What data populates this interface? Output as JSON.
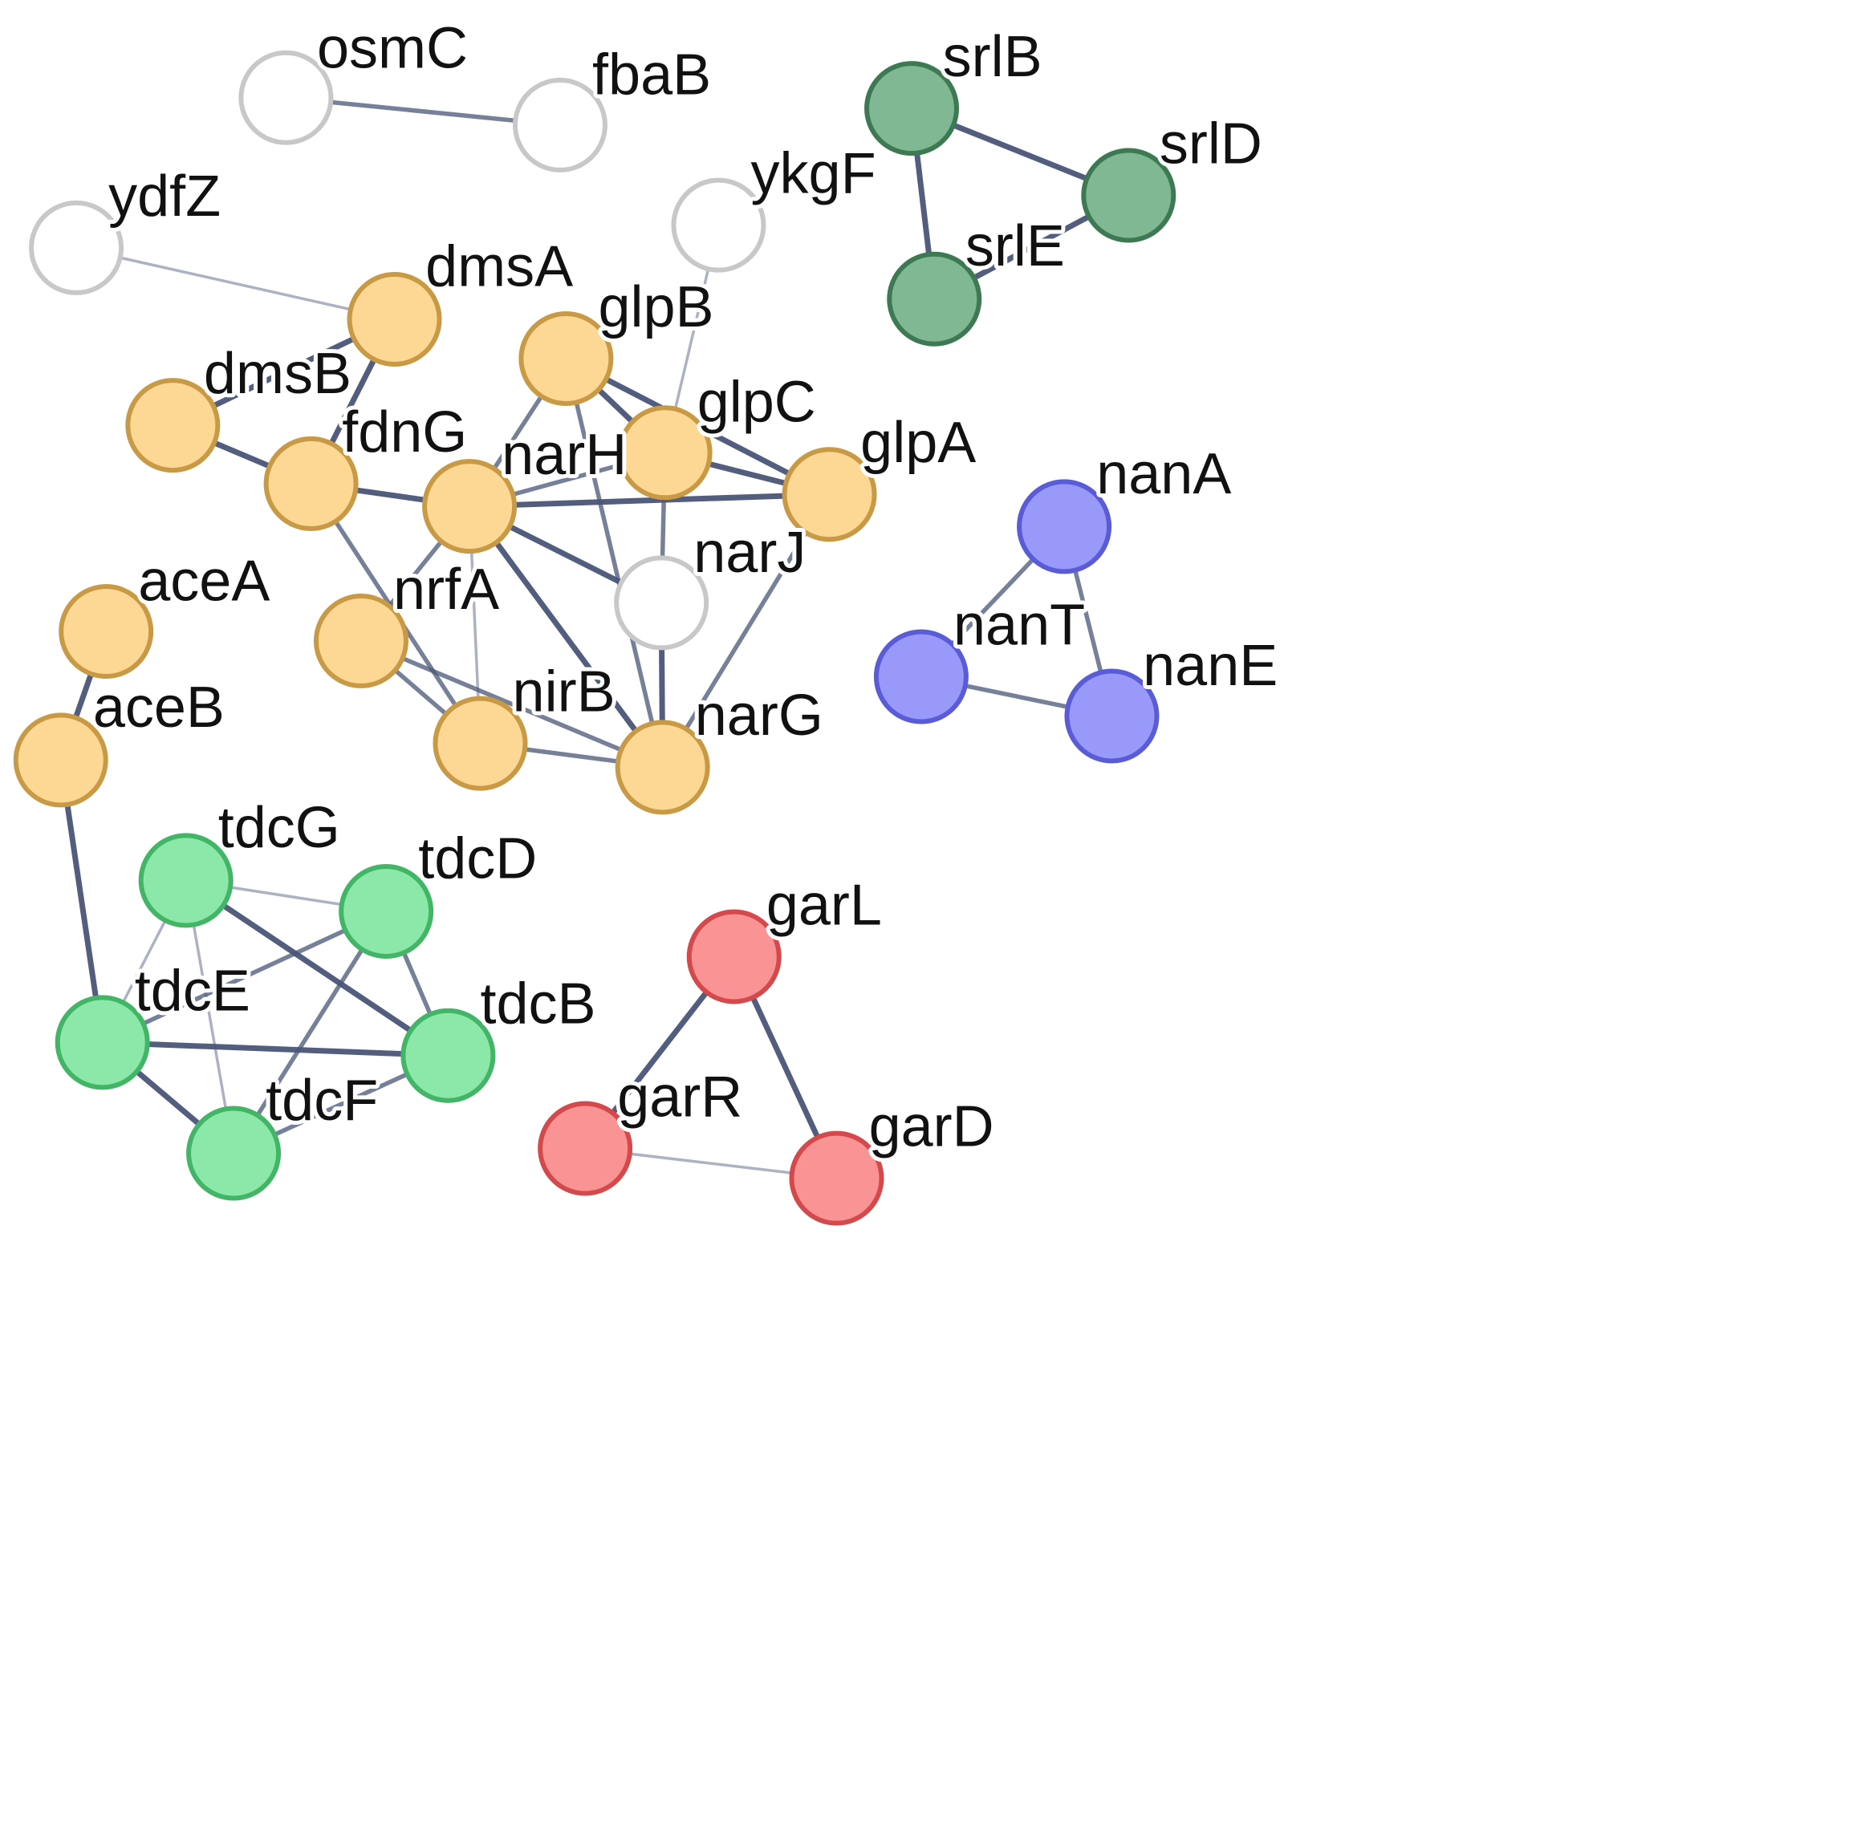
{
  "diagram": {
    "type": "protein-interaction-network",
    "clusters": {
      "orange": {
        "fill": "#fdd794",
        "stroke": "#c99a45"
      },
      "darkgreen": {
        "fill": "#7fb893",
        "stroke": "#3d7a54"
      },
      "blue": {
        "fill": "#9899f9",
        "stroke": "#5a5bd6"
      },
      "green": {
        "fill": "#8ce8a8",
        "stroke": "#43b566"
      },
      "red": {
        "fill": "#f99394",
        "stroke": "#d4494c"
      },
      "white": {
        "fill": "#ffffff",
        "stroke": "#c8c8c8"
      }
    },
    "edge_color": "#4a5577",
    "nodes": [
      {
        "id": "osmC",
        "label": "osmC",
        "cluster": "white"
      },
      {
        "id": "fbaB",
        "label": "fbaB",
        "cluster": "white"
      },
      {
        "id": "ydfZ",
        "label": "ydfZ",
        "cluster": "white"
      },
      {
        "id": "ykgF",
        "label": "ykgF",
        "cluster": "white"
      },
      {
        "id": "narJ",
        "label": "narJ",
        "cluster": "white"
      },
      {
        "id": "srlB",
        "label": "srlB",
        "cluster": "darkgreen"
      },
      {
        "id": "srlD",
        "label": "srlD",
        "cluster": "darkgreen"
      },
      {
        "id": "srlE",
        "label": "srlE",
        "cluster": "darkgreen"
      },
      {
        "id": "dmsA",
        "label": "dmsA",
        "cluster": "orange"
      },
      {
        "id": "dmsB",
        "label": "dmsB",
        "cluster": "orange"
      },
      {
        "id": "fdnG",
        "label": "fdnG",
        "cluster": "orange"
      },
      {
        "id": "glpB",
        "label": "glpB",
        "cluster": "orange"
      },
      {
        "id": "glpC",
        "label": "glpC",
        "cluster": "orange"
      },
      {
        "id": "glpA",
        "label": "glpA",
        "cluster": "orange"
      },
      {
        "id": "narH",
        "label": "narH",
        "cluster": "orange"
      },
      {
        "id": "nrfA",
        "label": "nrfA",
        "cluster": "orange"
      },
      {
        "id": "nirB",
        "label": "nirB",
        "cluster": "orange"
      },
      {
        "id": "narG",
        "label": "narG",
        "cluster": "orange"
      },
      {
        "id": "aceA",
        "label": "aceA",
        "cluster": "orange"
      },
      {
        "id": "aceB",
        "label": "aceB",
        "cluster": "orange"
      },
      {
        "id": "nanA",
        "label": "nanA",
        "cluster": "blue"
      },
      {
        "id": "nanT",
        "label": "nanT",
        "cluster": "blue"
      },
      {
        "id": "nanE",
        "label": "nanE",
        "cluster": "blue"
      },
      {
        "id": "tdcG",
        "label": "tdcG",
        "cluster": "green"
      },
      {
        "id": "tdcD",
        "label": "tdcD",
        "cluster": "green"
      },
      {
        "id": "tdcE",
        "label": "tdcE",
        "cluster": "green"
      },
      {
        "id": "tdcB",
        "label": "tdcB",
        "cluster": "green"
      },
      {
        "id": "tdcF",
        "label": "tdcF",
        "cluster": "green"
      },
      {
        "id": "garL",
        "label": "garL",
        "cluster": "red"
      },
      {
        "id": "garR",
        "label": "garR",
        "cluster": "red"
      },
      {
        "id": "garD",
        "label": "garD",
        "cluster": "red"
      }
    ],
    "edges": [
      {
        "source": "osmC",
        "target": "fbaB",
        "strength": "medium"
      },
      {
        "source": "ydfZ",
        "target": "dmsA",
        "strength": "weak"
      },
      {
        "source": "ykgF",
        "target": "glpC",
        "strength": "weak"
      },
      {
        "source": "srlB",
        "target": "srlD",
        "strength": "strong"
      },
      {
        "source": "srlB",
        "target": "srlE",
        "strength": "strong"
      },
      {
        "source": "srlD",
        "target": "srlE",
        "strength": "strong"
      },
      {
        "source": "dmsA",
        "target": "dmsB",
        "strength": "strong"
      },
      {
        "source": "dmsA",
        "target": "fdnG",
        "strength": "strong"
      },
      {
        "source": "dmsB",
        "target": "fdnG",
        "strength": "strong"
      },
      {
        "source": "fdnG",
        "target": "narH",
        "strength": "strong"
      },
      {
        "source": "fdnG",
        "target": "nirB",
        "strength": "medium"
      },
      {
        "source": "glpB",
        "target": "glpC",
        "strength": "strong"
      },
      {
        "source": "glpB",
        "target": "glpA",
        "strength": "strong"
      },
      {
        "source": "glpB",
        "target": "narH",
        "strength": "medium"
      },
      {
        "source": "glpB",
        "target": "narG",
        "strength": "medium"
      },
      {
        "source": "glpC",
        "target": "glpA",
        "strength": "strong"
      },
      {
        "source": "glpC",
        "target": "narH",
        "strength": "medium"
      },
      {
        "source": "glpC",
        "target": "narJ",
        "strength": "medium"
      },
      {
        "source": "narH",
        "target": "glpA",
        "strength": "strong"
      },
      {
        "source": "narH",
        "target": "narJ",
        "strength": "strong"
      },
      {
        "source": "narH",
        "target": "narG",
        "strength": "strong"
      },
      {
        "source": "narH",
        "target": "nrfA",
        "strength": "medium"
      },
      {
        "source": "narH",
        "target": "nirB",
        "strength": "weak"
      },
      {
        "source": "glpA",
        "target": "narG",
        "strength": "medium"
      },
      {
        "source": "narJ",
        "target": "narG",
        "strength": "strong"
      },
      {
        "source": "nrfA",
        "target": "nirB",
        "strength": "medium"
      },
      {
        "source": "nrfA",
        "target": "narG",
        "strength": "medium"
      },
      {
        "source": "nirB",
        "target": "narG",
        "strength": "medium"
      },
      {
        "source": "aceA",
        "target": "aceB",
        "strength": "strong"
      },
      {
        "source": "aceB",
        "target": "tdcE",
        "strength": "strong"
      },
      {
        "source": "nanA",
        "target": "nanT",
        "strength": "medium"
      },
      {
        "source": "nanA",
        "target": "nanE",
        "strength": "medium"
      },
      {
        "source": "nanT",
        "target": "nanE",
        "strength": "medium"
      },
      {
        "source": "tdcG",
        "target": "tdcD",
        "strength": "weak"
      },
      {
        "source": "tdcG",
        "target": "tdcE",
        "strength": "weak"
      },
      {
        "source": "tdcG",
        "target": "tdcB",
        "strength": "strong"
      },
      {
        "source": "tdcG",
        "target": "tdcF",
        "strength": "weak"
      },
      {
        "source": "tdcD",
        "target": "tdcE",
        "strength": "medium"
      },
      {
        "source": "tdcD",
        "target": "tdcB",
        "strength": "medium"
      },
      {
        "source": "tdcD",
        "target": "tdcF",
        "strength": "medium"
      },
      {
        "source": "tdcE",
        "target": "tdcB",
        "strength": "strong"
      },
      {
        "source": "tdcE",
        "target": "tdcF",
        "strength": "strong"
      },
      {
        "source": "tdcB",
        "target": "tdcF",
        "strength": "medium"
      },
      {
        "source": "garL",
        "target": "garR",
        "strength": "strong"
      },
      {
        "source": "garL",
        "target": "garD",
        "strength": "strong"
      },
      {
        "source": "garR",
        "target": "garD",
        "strength": "weak"
      }
    ]
  }
}
